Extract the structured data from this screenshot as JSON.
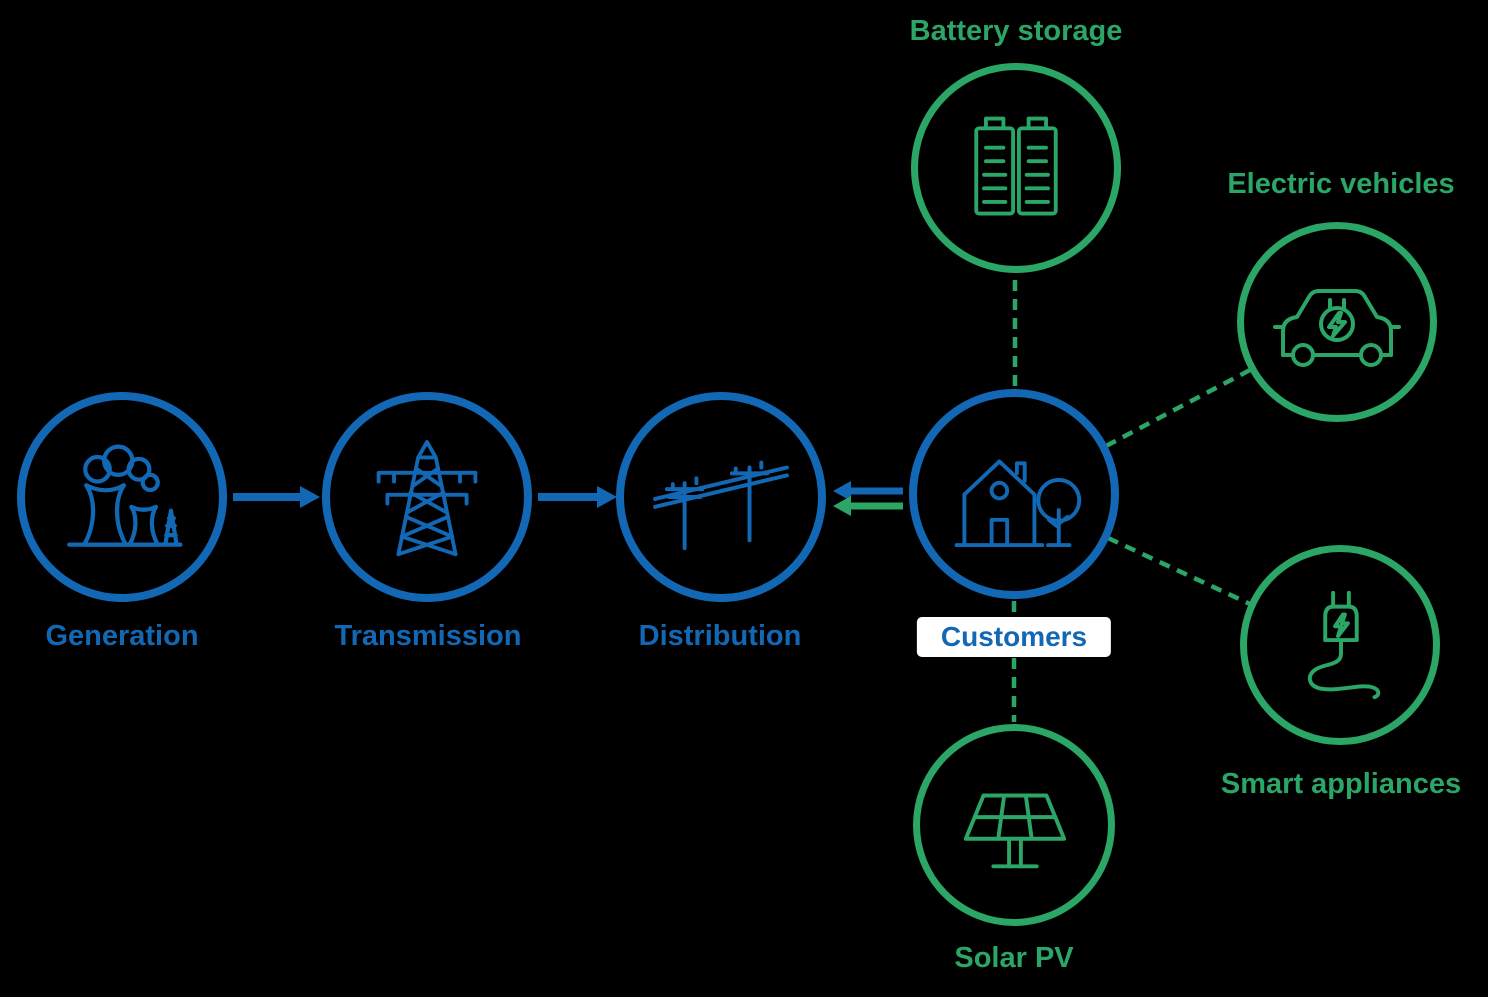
{
  "diagram": {
    "colors": {
      "blue": "#1268b4",
      "green": "#2ba666",
      "pillbg": "#ffffff",
      "bg": "#000000"
    },
    "grid_nodes": [
      {
        "id": "generation",
        "label": "Generation",
        "icon": "power-plant-icon"
      },
      {
        "id": "transmission",
        "label": "Transmission",
        "icon": "transmission-tower-icon"
      },
      {
        "id": "distribution",
        "label": "Distribution",
        "icon": "power-lines-icon"
      },
      {
        "id": "customers",
        "label": "Customers",
        "icon": "house-and-tree-icon"
      }
    ],
    "der_nodes": [
      {
        "id": "battery",
        "label": "Battery storage",
        "icon": "battery-icon"
      },
      {
        "id": "ev",
        "label": "Electric vehicles",
        "icon": "electric-car-icon"
      },
      {
        "id": "smart",
        "label": "Smart appliances",
        "icon": "smart-plug-icon"
      },
      {
        "id": "solar",
        "label": "Solar PV",
        "icon": "solar-panel-icon"
      }
    ],
    "flows": [
      {
        "from": "generation",
        "to": "transmission",
        "style": "solid-blue-arrow"
      },
      {
        "from": "transmission",
        "to": "distribution",
        "style": "solid-blue-arrow"
      },
      {
        "from": "customers",
        "to": "distribution",
        "style": "solid-blue-arrow"
      },
      {
        "from": "customers",
        "to": "distribution",
        "style": "solid-green-arrow"
      },
      {
        "from": "customers",
        "to": "battery",
        "style": "dashed-green"
      },
      {
        "from": "customers",
        "to": "ev",
        "style": "dashed-green"
      },
      {
        "from": "customers",
        "to": "smart",
        "style": "dashed-green"
      },
      {
        "from": "customers",
        "to": "solar",
        "style": "dashed-green"
      }
    ]
  }
}
